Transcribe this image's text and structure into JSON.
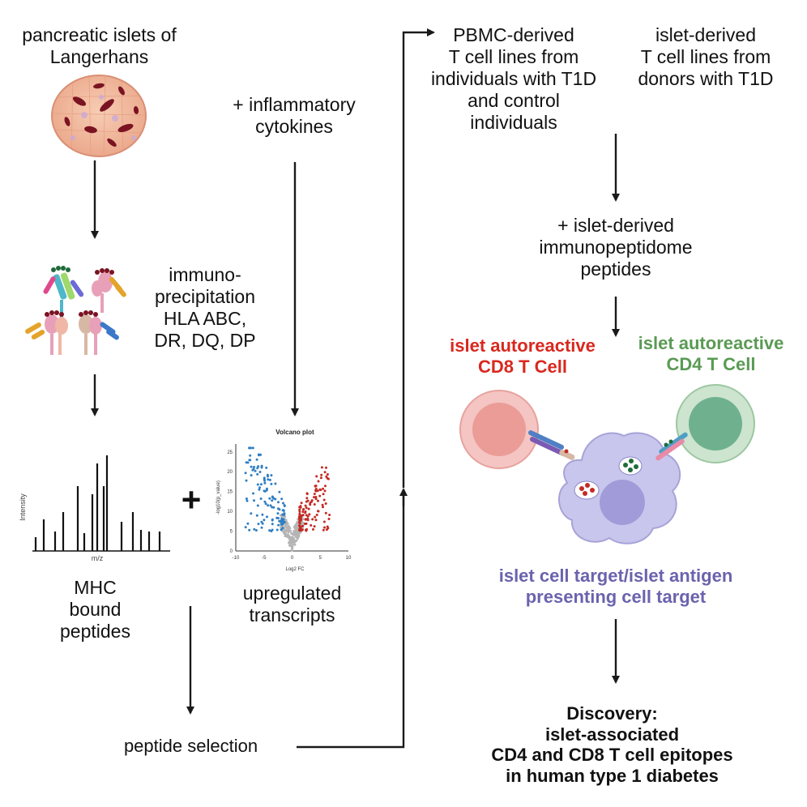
{
  "labels": {
    "islets": "pancreatic islets of\nLangerhans",
    "cytokines": "+ inflammatory\ncytokines",
    "immunoprecipitation": "immuno-\nprecipitation\nHLA ABC,\nDR, DQ, DP",
    "mhc": "MHC\nbound\npeptides",
    "plus": "+",
    "transcripts": "upregulated\ntranscripts",
    "peptide_selection": "peptide selection",
    "pbmc": "PBMC-derived\nT cell lines from\nindividuals with T1D\nand control\nindividuals",
    "islet_derived": "islet-derived\nT cell lines from\ndonors with T1D",
    "immunopeptidome": "+ islet-derived\nimmunopeptidome\npeptides",
    "cd8": "islet autoreactive\nCD8 T Cell",
    "cd4": "islet autoreactive\nCD4 T Cell",
    "target": "islet cell target/islet antigen\npresenting cell target",
    "discovery": "Discovery:\nislet-associated\nCD4 and CD8 T cell epitopes\nin human type 1 diabetes"
  },
  "spectrum": {
    "xlabel": "m/z",
    "ylabel": "Intensity"
  },
  "volcano": {
    "title": "Volcano plot",
    "xlabel": "Log2 FC",
    "ylabel": "-log10(p_value)",
    "xticks": [
      "-10",
      "-5",
      "0",
      "5",
      "10"
    ],
    "yticks": [
      "0",
      "5",
      "10",
      "15",
      "20",
      "25"
    ]
  },
  "colors": {
    "cd8": "#d9281f",
    "cd4": "#5a9a54",
    "target": "#6a63ad",
    "volcano_down": "#2f7ec2",
    "volcano_up": "#c42a23",
    "volcano_ns": "#b5b5b5"
  }
}
